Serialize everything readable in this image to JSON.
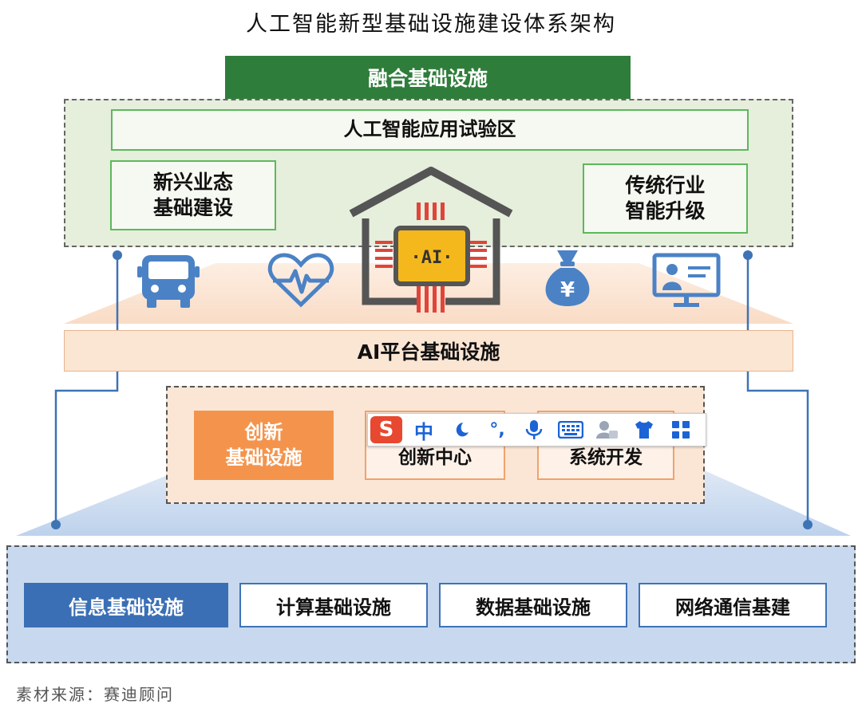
{
  "title": "人工智能新型基础设施建设体系架构",
  "fusion": {
    "header": "融合基础设施",
    "trial_zone": "人工智能应用试验区",
    "left_box": "新兴业态\n基础建设",
    "right_box": "传统行业\n智能升级",
    "chip_label": "·AI·"
  },
  "icons": [
    "bus-icon",
    "heartbeat-icon",
    "money-bag-icon",
    "teacher-screen-icon"
  ],
  "money_symbol": "¥",
  "ai_platform": "AI平台基础设施",
  "innovation": {
    "solid": "创新\n基础设施",
    "center": "创新中心",
    "system": "系统开发"
  },
  "info": {
    "items": [
      "信息基础设施",
      "计算基础设施",
      "数据基础设施",
      "网络通信基建"
    ]
  },
  "ime_toolbar": {
    "logo": "S",
    "mode": "中",
    "punct": "°,"
  },
  "footer": "素材来源：赛迪顾问",
  "colors": {
    "green": "#2f7d3b",
    "green_light": "#e6eedc",
    "orange": "#f4944c",
    "peach": "#fbe5d3",
    "blue": "#3a6fb5",
    "blue_light": "#c8d9ef",
    "chip_gold": "#f5b81c",
    "chip_red": "#e0443a"
  }
}
